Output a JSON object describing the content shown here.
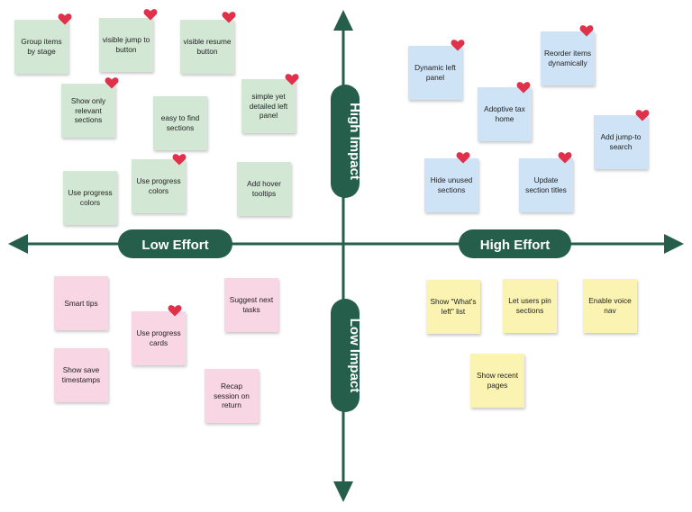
{
  "colors": {
    "axis": "#255f4c",
    "axis_label_text": "#ffffff",
    "heart": "#e0304a",
    "quadrant_fill": {
      "high_impact_low_effort": "#d2e8d5",
      "high_impact_high_effort": "#cfe3f6",
      "low_impact_low_effort": "#f8d6e3",
      "low_impact_high_effort": "#fbf3b1"
    }
  },
  "axes": {
    "x_negative_label": "Low Effort",
    "x_positive_label": "High Effort",
    "y_positive_label": "High Impact",
    "y_negative_label": "Low Impact"
  },
  "quadrants": {
    "high_impact_low_effort": [
      {
        "text": "Group items by stage",
        "liked": true
      },
      {
        "text": "visible jump to button",
        "liked": true
      },
      {
        "text": "visible resume button",
        "liked": true
      },
      {
        "text": "Show only relevant sections",
        "liked": true
      },
      {
        "text": "easy to find sections",
        "liked": false
      },
      {
        "text": "simple yet detailed left panel",
        "liked": true
      },
      {
        "text": "Use progress colors",
        "liked": false
      },
      {
        "text": "Use progress colors",
        "liked": true
      },
      {
        "text": "Add hover tooltips",
        "liked": false
      }
    ],
    "high_impact_high_effort": [
      {
        "text": "Dynamic left panel",
        "liked": true
      },
      {
        "text": "Reorder items dynamically",
        "liked": true
      },
      {
        "text": "Adoptive tax home",
        "liked": true
      },
      {
        "text": "Add jump-to search",
        "liked": true
      },
      {
        "text": "Hide unused sections",
        "liked": true
      },
      {
        "text": "Update section titles",
        "liked": true
      }
    ],
    "low_impact_low_effort": [
      {
        "text": "Smart tips",
        "liked": false
      },
      {
        "text": "Suggest next tasks",
        "liked": false
      },
      {
        "text": "Use progress cards",
        "liked": true
      },
      {
        "text": "Show save timestamps",
        "liked": false
      },
      {
        "text": "Recap session on return",
        "liked": false
      }
    ],
    "low_impact_high_effort": [
      {
        "text": "Show \"What's left\" list",
        "liked": false
      },
      {
        "text": "Let users pin sections",
        "liked": false
      },
      {
        "text": "Enable voice nav",
        "liked": false
      },
      {
        "text": "Show recent pages",
        "liked": false
      }
    ]
  }
}
